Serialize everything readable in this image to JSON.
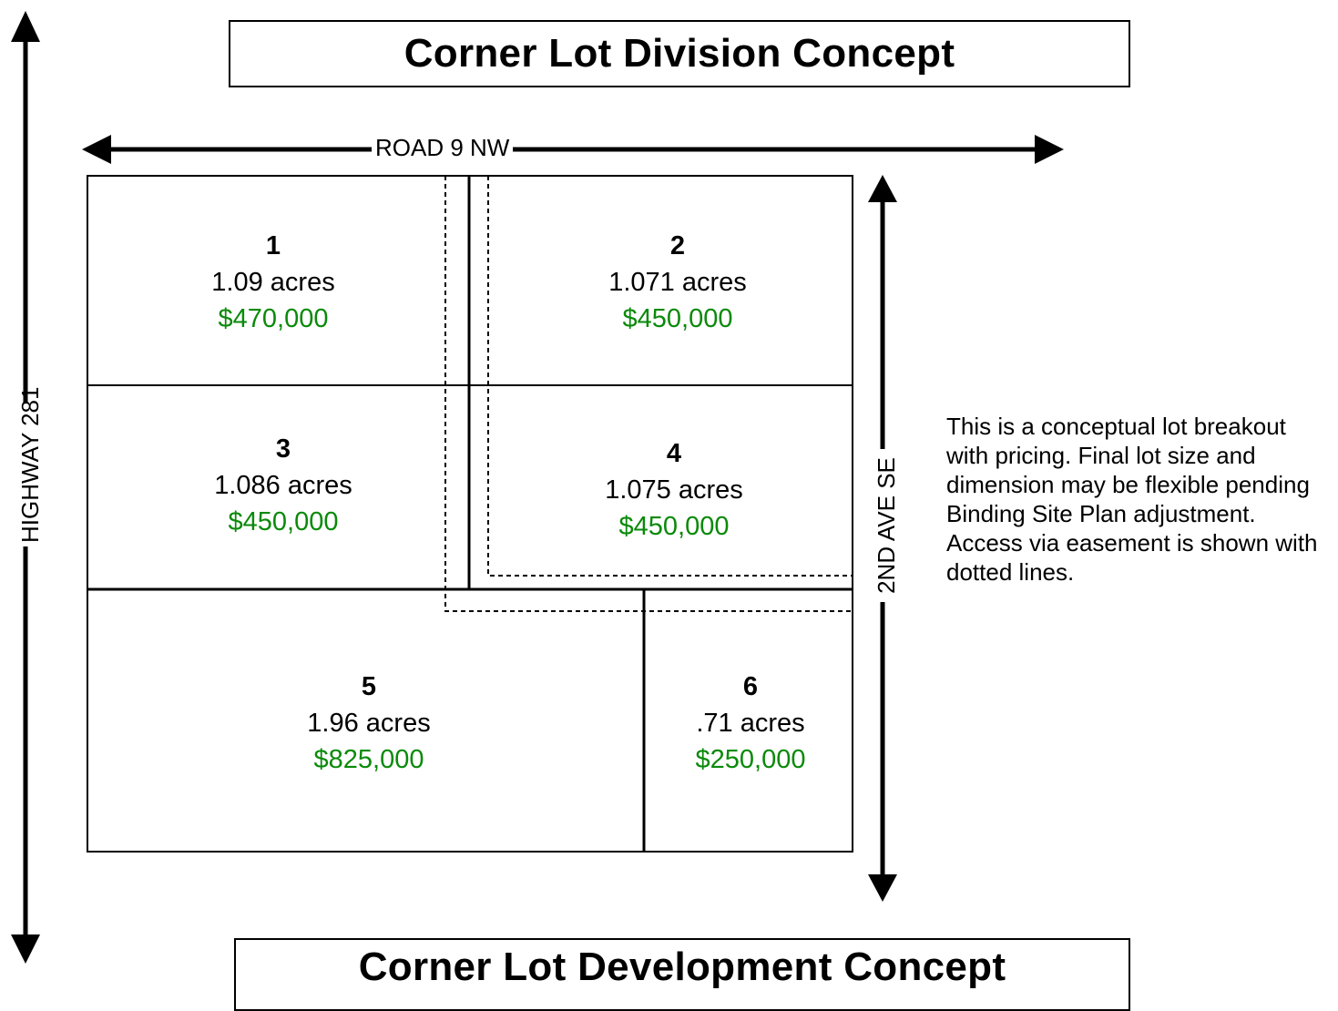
{
  "title_top": "Corner Lot Division Concept",
  "title_bottom": "Corner Lot Development Concept",
  "roads": {
    "top": "ROAD 9 NW",
    "left": "HIGHWAY 281",
    "right": "2ND AVE SE"
  },
  "lots": [
    {
      "number": "1",
      "acres": "1.09 acres",
      "price": "$470,000"
    },
    {
      "number": "2",
      "acres": "1.071 acres",
      "price": "$450,000"
    },
    {
      "number": "3",
      "acres": "1.086 acres",
      "price": "$450,000"
    },
    {
      "number": "4",
      "acres": "1.075 acres",
      "price": "$450,000"
    },
    {
      "number": "5",
      "acres": "1.96 acres",
      "price": "$825,000"
    },
    {
      "number": "6",
      "acres": ".71 acres",
      "price": "$250,000"
    }
  ],
  "note": "This is a conceptual lot breakout with pricing. Final lot size and dimension may be flexible pending Binding Site Plan adjustment. Access via easement is shown with dotted lines.",
  "colors": {
    "price": "#0a8a0a",
    "lines": "#000000"
  }
}
